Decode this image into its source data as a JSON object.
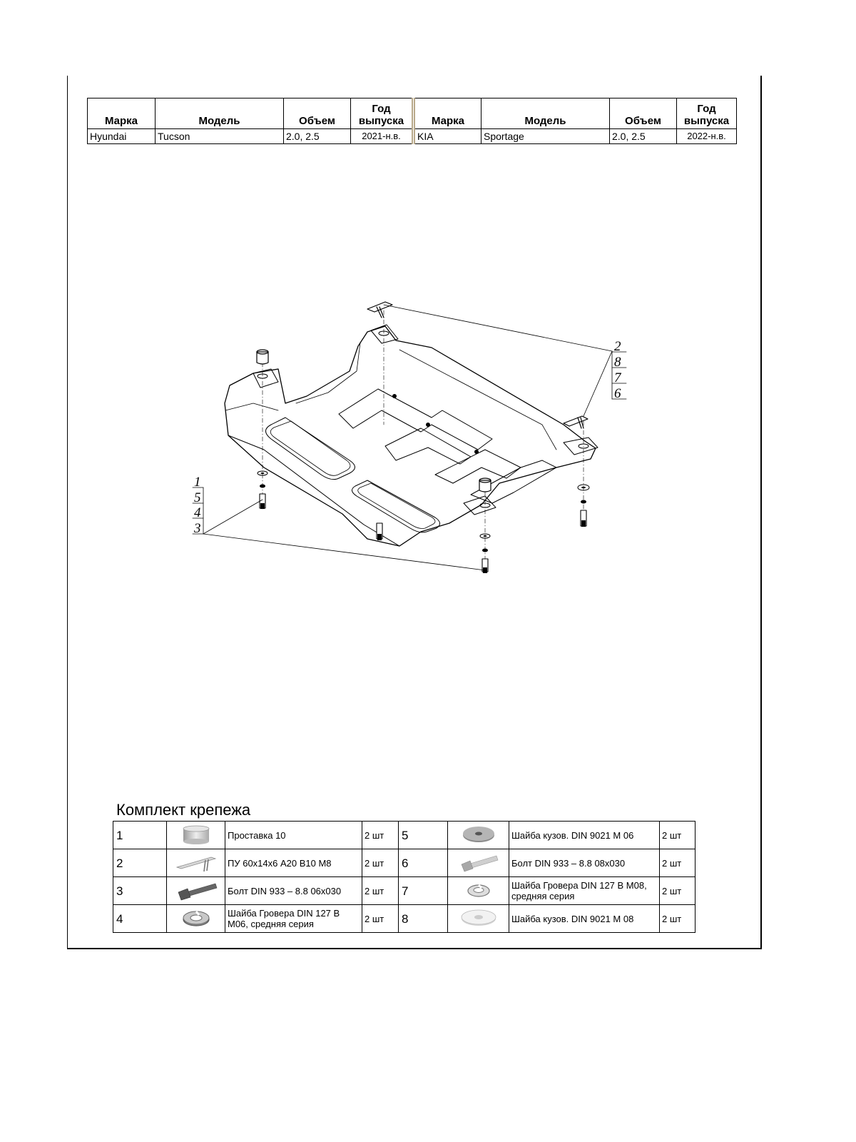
{
  "vehicle_table": {
    "headers": [
      "Марка",
      "Модель",
      "Объем",
      "Год выпуска"
    ],
    "rows": [
      {
        "brand": "Hyundai",
        "model": "Tucson",
        "engine": "2.0, 2.5",
        "year": "2021-н.в."
      },
      {
        "brand": "KIA",
        "model": "Sportage",
        "engine": "2.0, 2.5",
        "year": "2022-н.в."
      }
    ]
  },
  "drawing": {
    "callouts_right": [
      "2",
      "8",
      "7",
      "6"
    ],
    "callouts_left": [
      "1",
      "5",
      "4",
      "3"
    ]
  },
  "kit": {
    "title": "Комплект крепежа",
    "items": [
      {
        "num": "1",
        "icon": "spacer-icon",
        "name": "Проставка 10",
        "qty": "2 шт"
      },
      {
        "num": "2",
        "icon": "cage-nut-icon",
        "name": "ПУ 60х14х6 А20 В10 М8",
        "qty": "2 шт"
      },
      {
        "num": "3",
        "icon": "bolt-icon",
        "name": "Болт DIN 933 – 8.8 06х030",
        "qty": "2 шт"
      },
      {
        "num": "4",
        "icon": "spring-washer-icon",
        "name": "Шайба Гровера DIN 127 В М06, средняя серия",
        "qty": "2 шт"
      },
      {
        "num": "5",
        "icon": "body-washer-icon",
        "name": "Шайба кузов. DIN 9021 М 06",
        "qty": "2 шт"
      },
      {
        "num": "6",
        "icon": "bolt-icon",
        "name": "Болт DIN 933 – 8.8 08х030",
        "qty": "2 шт"
      },
      {
        "num": "7",
        "icon": "spring-washer-icon",
        "name": "Шайба Гровера DIN 127 В М08, средняя серия",
        "qty": "2 шт"
      },
      {
        "num": "8",
        "icon": "body-washer-icon",
        "name": "Шайба кузов. DIN 9021 М 08",
        "qty": "2 шт"
      }
    ]
  }
}
